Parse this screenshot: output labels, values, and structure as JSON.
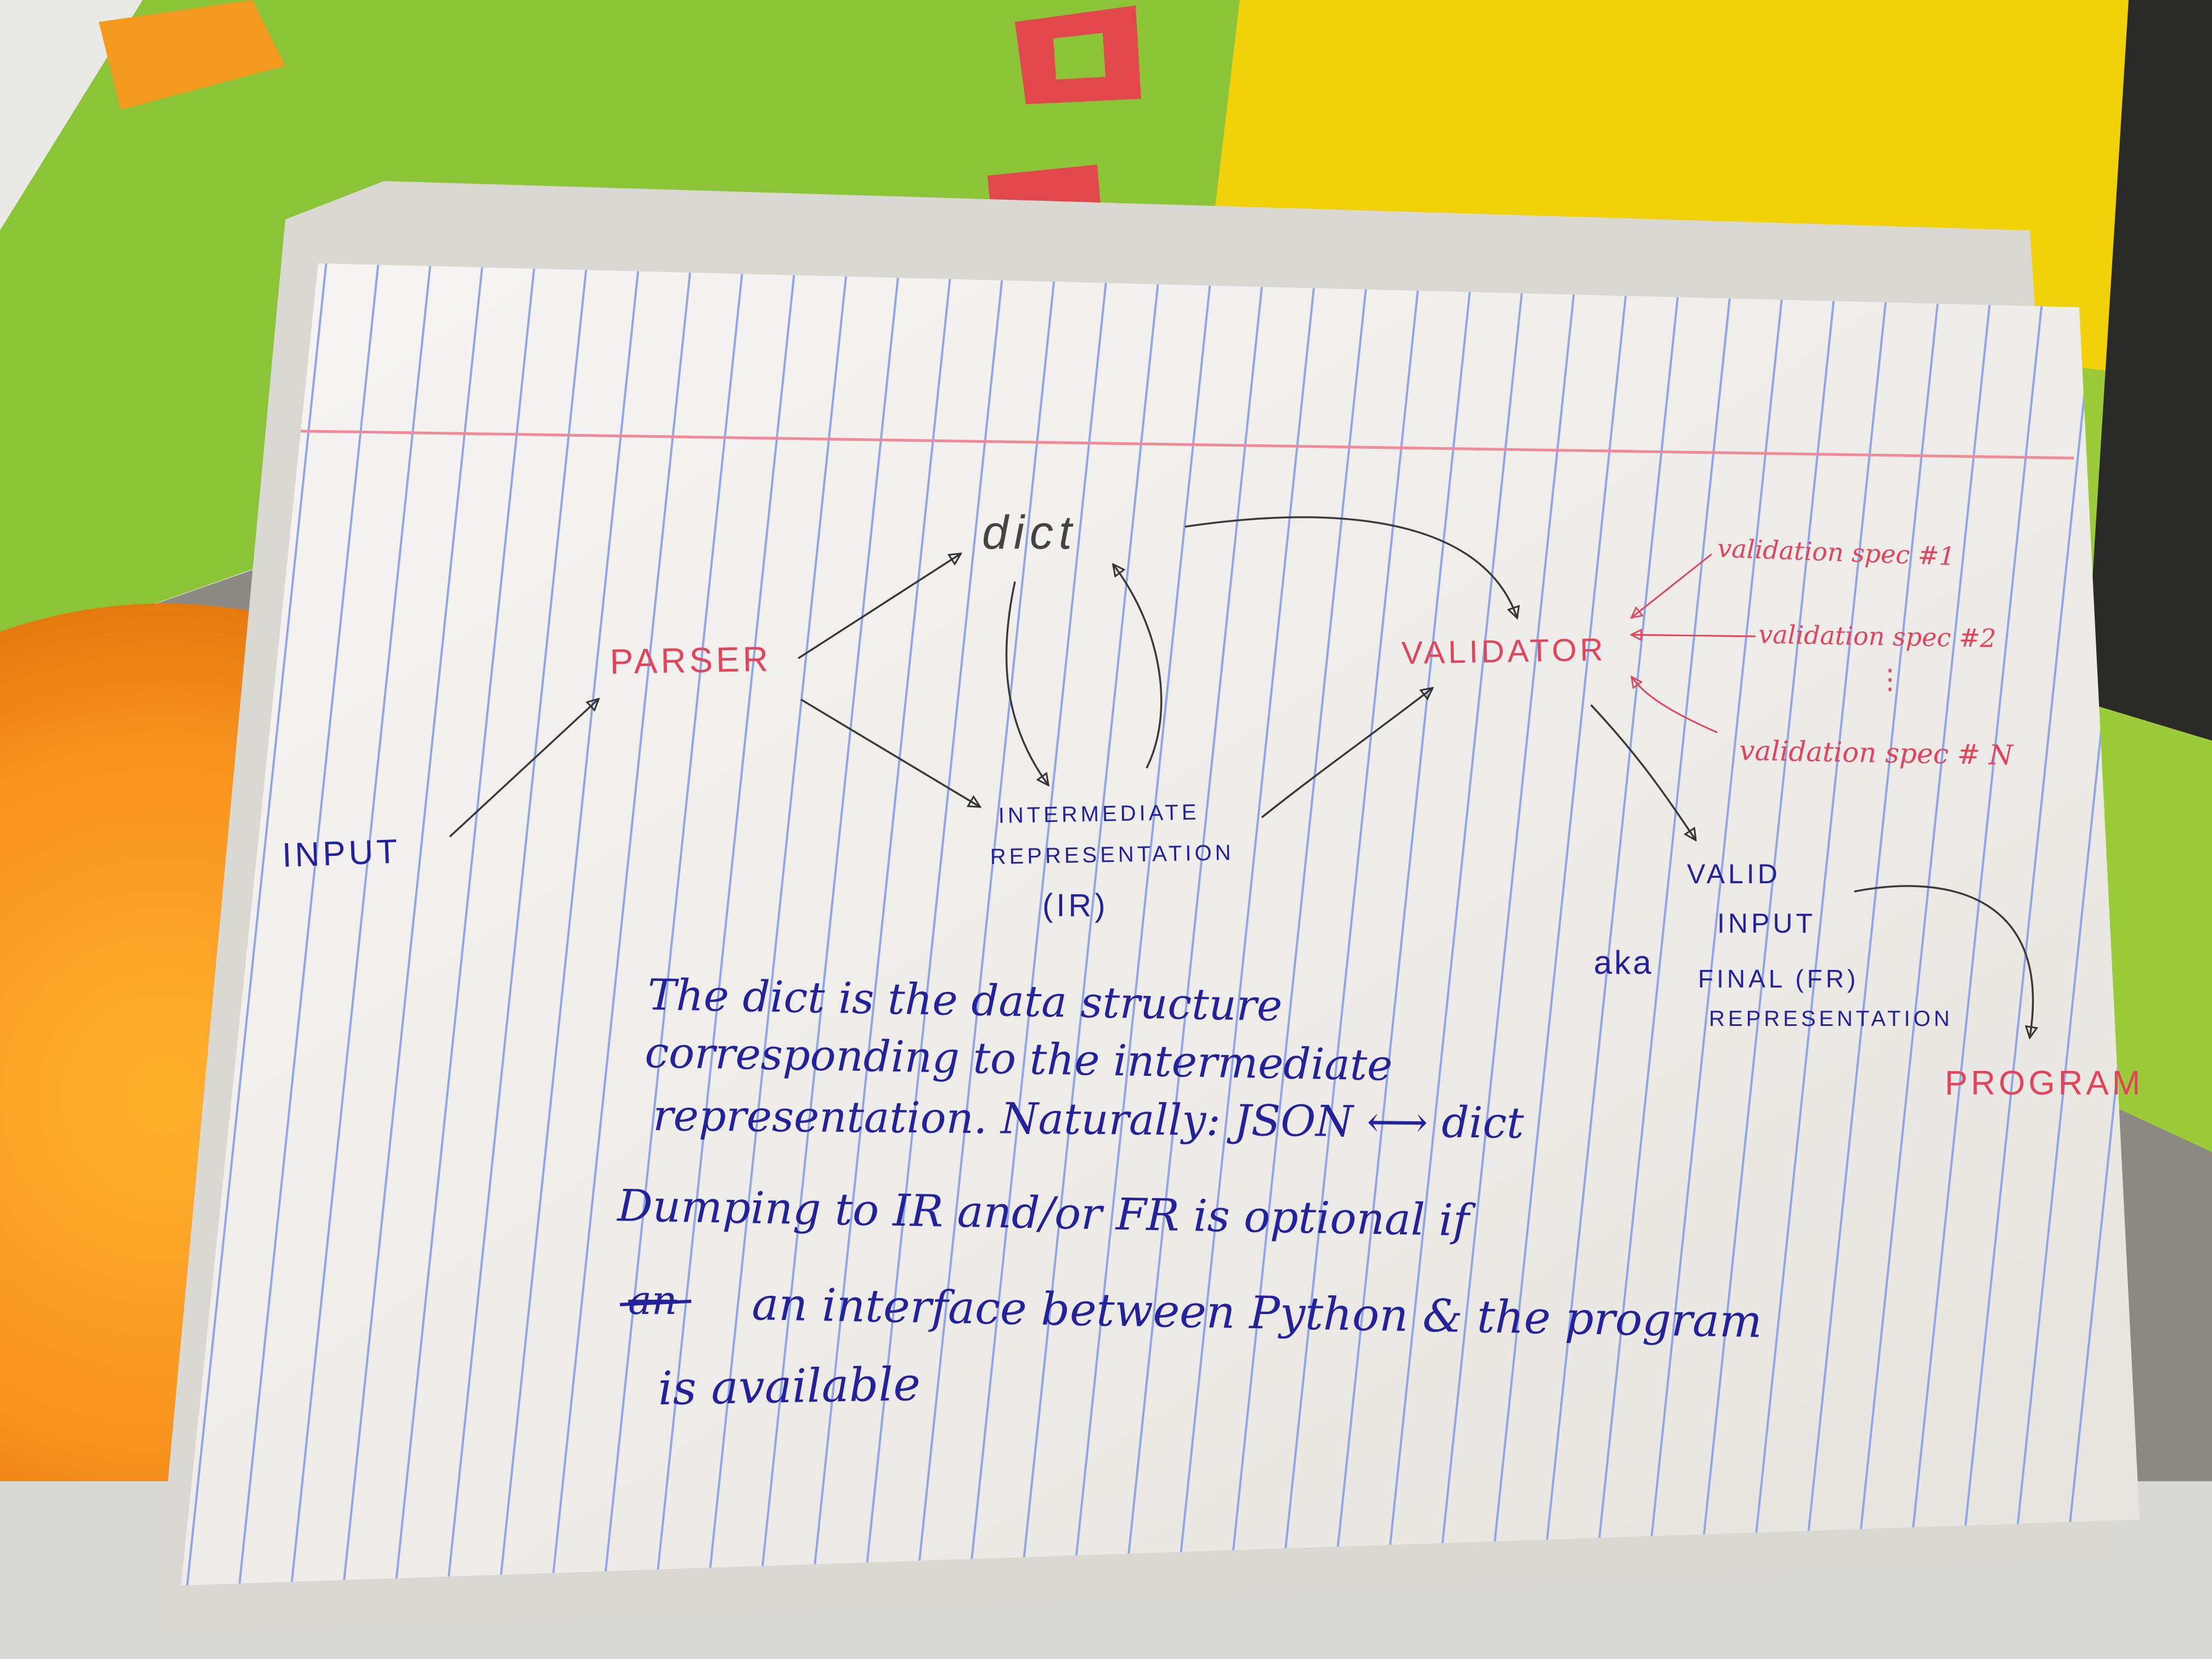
{
  "diagram": {
    "nodes": {
      "input": "INPUT",
      "parser": "PARSER",
      "dict": "dict",
      "ir_line1": "INTERMEDIATE",
      "ir_line2": "REPRESENTATION",
      "ir_line3": "(IR)",
      "validator": "VALIDATOR",
      "valid_line1": "VALID",
      "valid_line2": "INPUT",
      "aka": "aka",
      "final_line1": "FINAL  (FR)",
      "final_line2": "REPRESENTATION",
      "program": "PROGRAM"
    },
    "specs": {
      "spec1": "validation spec #1",
      "spec2": "validation spec #2",
      "ellipsis": "⋮",
      "specN": "validation spec # N"
    }
  },
  "notes": {
    "line1": "The  dict  is the  data structure",
    "line2": "corresponding to the intermediate",
    "line3": "representation. Naturally: JSON ⟷ dict",
    "line4": "Dumping to IR  and/or  FR is optional if",
    "line5_strike": "an",
    "line5": "an interface between Python & the program",
    "line6": "is available"
  },
  "colors": {
    "red_ink": "#e0455c",
    "blue_ink": "#24229a",
    "pencil": "#3a3a3a",
    "paper": "#f4f2ef",
    "rule_line": "#8fa6e8",
    "margin_line": "#f08a98"
  }
}
